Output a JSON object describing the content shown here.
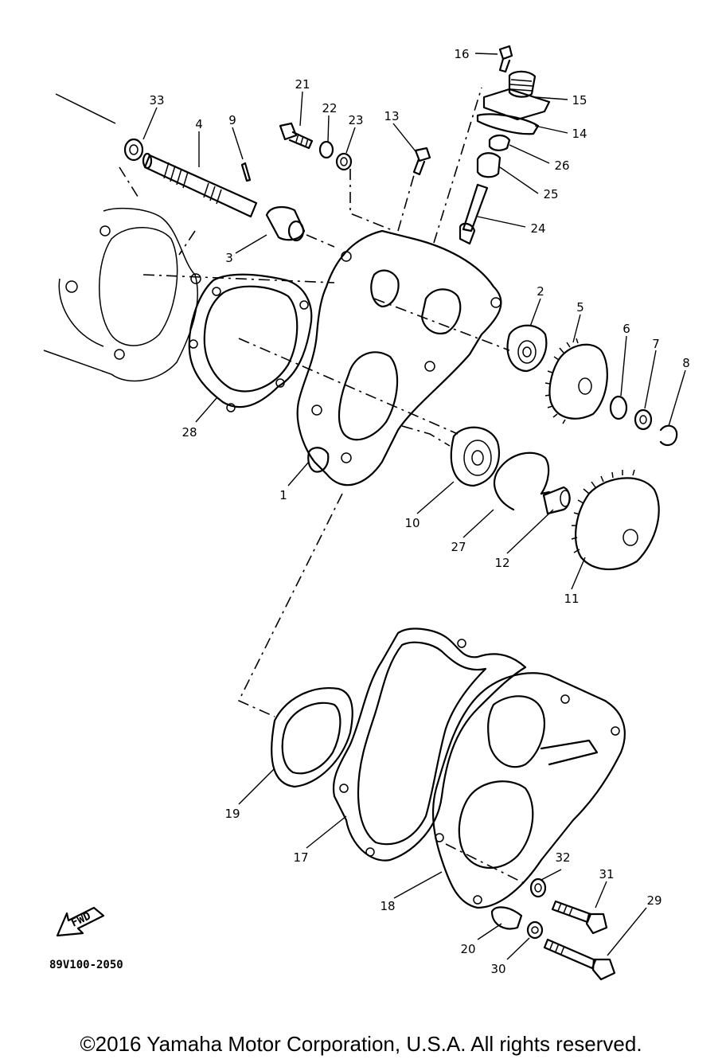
{
  "diagram": {
    "drawing_code": "89V100-2050",
    "fwd_label": "FWD",
    "callouts": [
      {
        "id": "1",
        "text": "1"
      },
      {
        "id": "2",
        "text": "2"
      },
      {
        "id": "3",
        "text": "3"
      },
      {
        "id": "4",
        "text": "4"
      },
      {
        "id": "5",
        "text": "5"
      },
      {
        "id": "6",
        "text": "6"
      },
      {
        "id": "7",
        "text": "7"
      },
      {
        "id": "8",
        "text": "8"
      },
      {
        "id": "9",
        "text": "9"
      },
      {
        "id": "10",
        "text": "10"
      },
      {
        "id": "11",
        "text": "11"
      },
      {
        "id": "12",
        "text": "12"
      },
      {
        "id": "13",
        "text": "13"
      },
      {
        "id": "14",
        "text": "14"
      },
      {
        "id": "15",
        "text": "15"
      },
      {
        "id": "16",
        "text": "16"
      },
      {
        "id": "17",
        "text": "17"
      },
      {
        "id": "18",
        "text": "18"
      },
      {
        "id": "19",
        "text": "19"
      },
      {
        "id": "20",
        "text": "20"
      },
      {
        "id": "21",
        "text": "21"
      },
      {
        "id": "22",
        "text": "22"
      },
      {
        "id": "23",
        "text": "23"
      },
      {
        "id": "24",
        "text": "24"
      },
      {
        "id": "25",
        "text": "25"
      },
      {
        "id": "26",
        "text": "26"
      },
      {
        "id": "27",
        "text": "27"
      },
      {
        "id": "28",
        "text": "28"
      },
      {
        "id": "29",
        "text": "29"
      },
      {
        "id": "30",
        "text": "30"
      },
      {
        "id": "31",
        "text": "31"
      },
      {
        "id": "32",
        "text": "32"
      },
      {
        "id": "33",
        "text": "33"
      }
    ]
  },
  "footer": {
    "copyright": "©2016 Yamaha Motor Corporation, U.S.A. All rights reserved."
  }
}
